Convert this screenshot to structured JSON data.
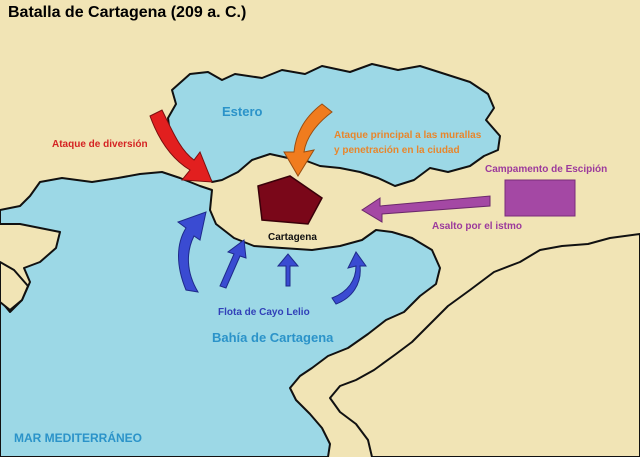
{
  "title": "Batalla de Cartagena (209 a. C.)",
  "labels": {
    "estero": "Estero",
    "bahia": "Bahía de Cartagena",
    "mar": "MAR MEDITERRÁNEO",
    "cartagena": "Cartagena",
    "diversion": "Ataque de diversión",
    "ataque_principal_1": "Ataque principal a las murallas",
    "ataque_principal_2": "y penetración en la ciudad",
    "campamento": "Campamento de Escipión",
    "asalto": "Asalto por el istmo",
    "flota": "Flota de Cayo Lelio"
  },
  "colors": {
    "land": "#f1e4b5",
    "water": "#9cd8e6",
    "city": "#7a0719",
    "camp": "#a448a4",
    "diversion": "#e21f1f",
    "main_attack": "#f07c1e",
    "isthmus": "#a448a4",
    "fleet": "#3a4bd2",
    "water_label": "#2b93c9",
    "main_attack_label": "#e8862c",
    "diversion_label": "#d42323",
    "isthmus_label": "#9c3a9c",
    "fleet_label": "#3140b8"
  }
}
